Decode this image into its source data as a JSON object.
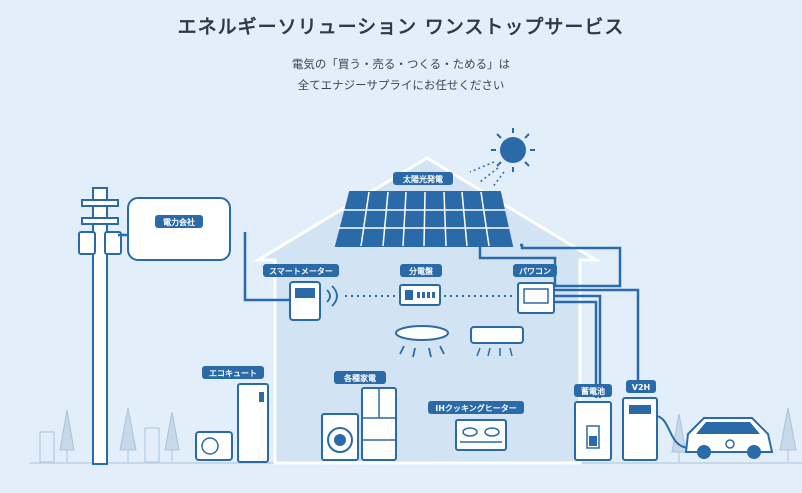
{
  "header": {
    "title": "エネルギーソリューション ワンストップサービス",
    "subtitle_line1": "電気の「買う・売る・つくる・ためる」は",
    "subtitle_line2": "全てエナジーサプライにお任せください"
  },
  "labels": {
    "solar": "太陽光発電",
    "power_company": "電力会社",
    "smart_meter": "スマートメーター",
    "distribution_board": "分電盤",
    "power_conditioner": "パワコン",
    "eco_cute": "エコキュート",
    "appliances": "各種家電",
    "ih_heater": "IHクッキングヒーター",
    "battery": "蓄電池",
    "v2h": "V2H"
  },
  "colors": {
    "background": "#e2effa",
    "accent_blue": "#2b6aa8",
    "house": "#d2e4f4",
    "sun": "#2b6aa8"
  }
}
